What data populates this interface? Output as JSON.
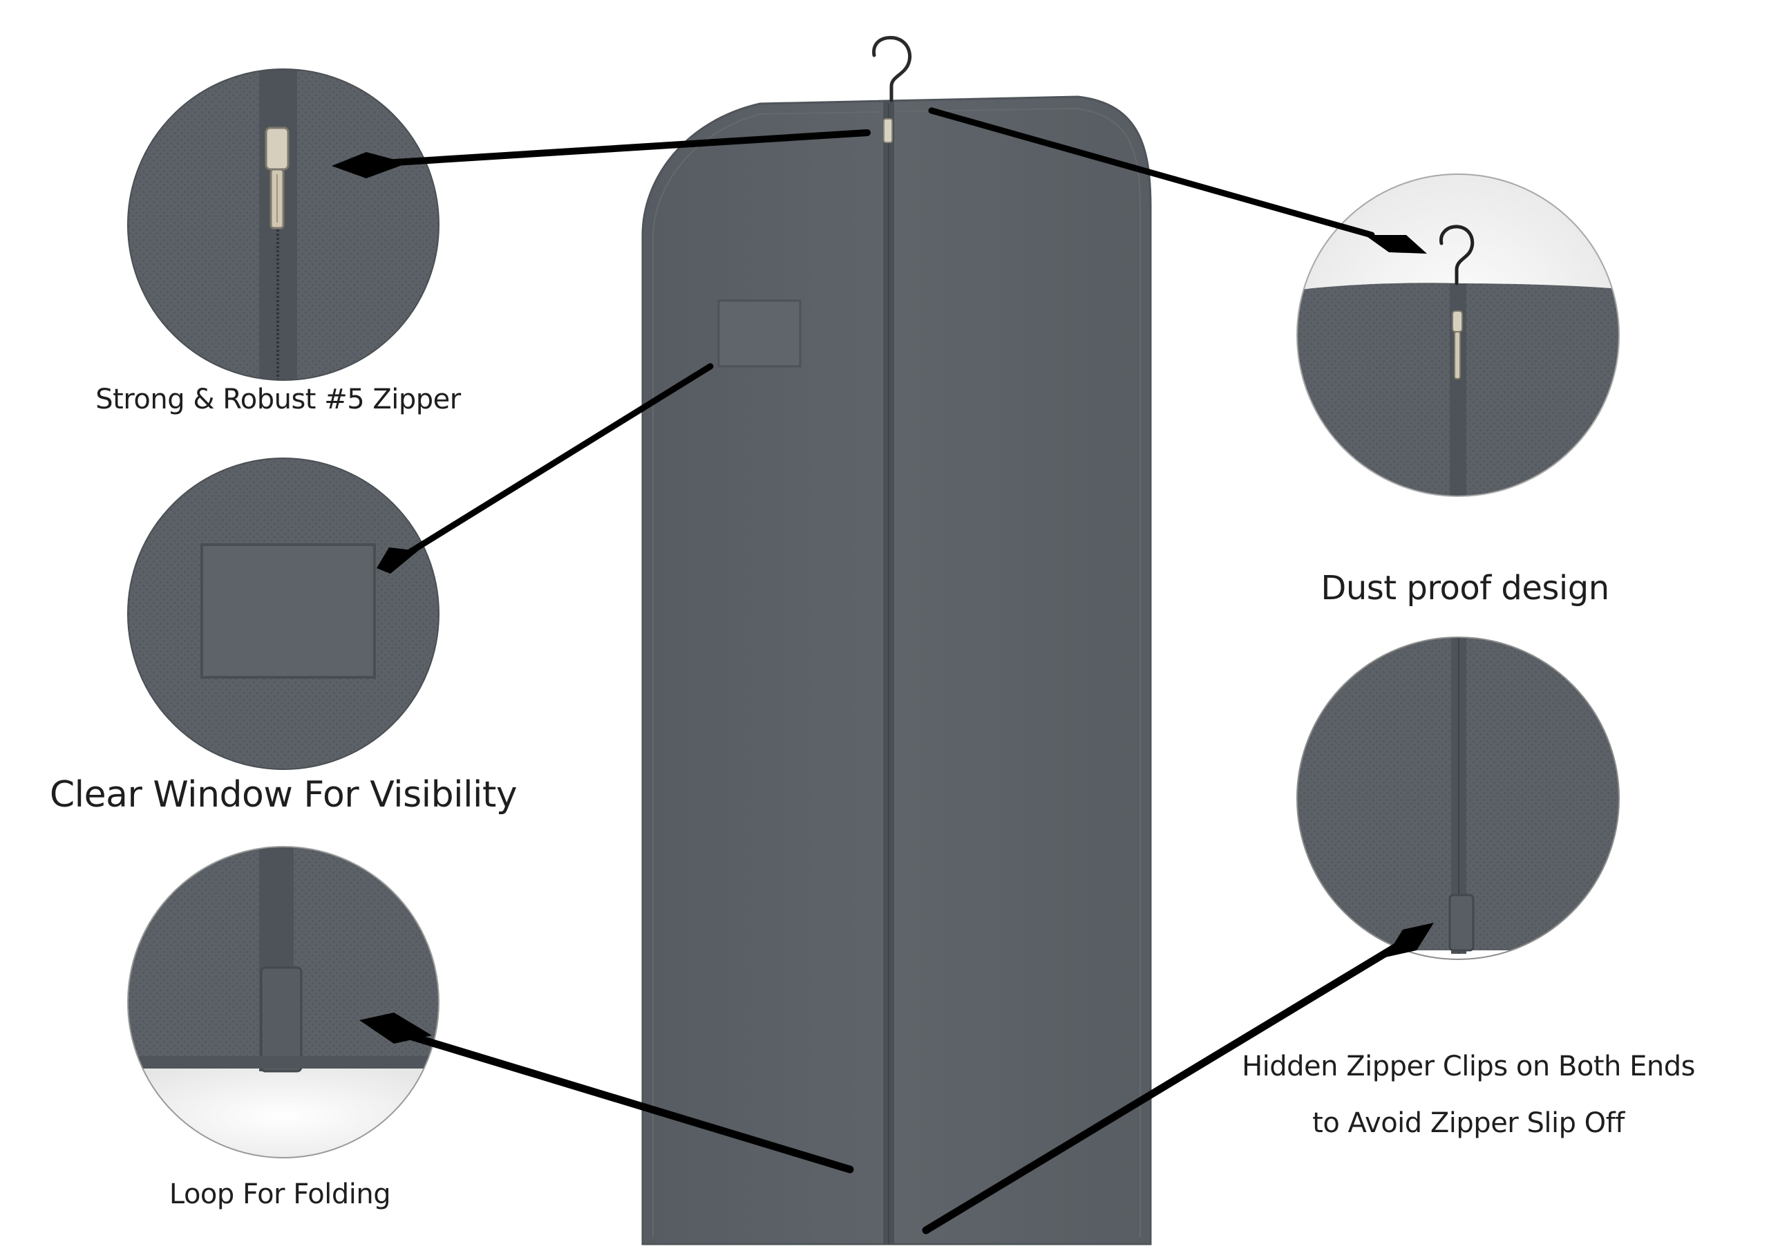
{
  "labels": {
    "zipper": "Strong & Robust #5 Zipper",
    "window": "Clear Window For Visibility",
    "loop": "Loop For Folding",
    "dust": "Dust proof design",
    "hidden_line1": "Hidden Zipper Clips on Both Ends",
    "hidden_line2": "to Avoid Zipper Slip Off"
  },
  "colors": {
    "bag": "#5b6166",
    "bag_edge": "#4f555a",
    "zipper": "#4a5055",
    "pointer": "#000000",
    "text": "#1e1e1e",
    "background": "#ffffff"
  }
}
